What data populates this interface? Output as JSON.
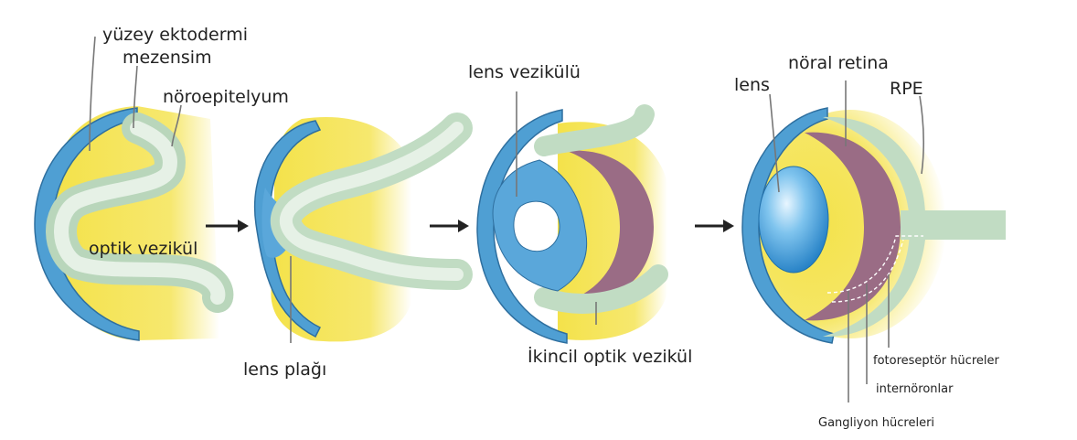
{
  "colors": {
    "ectoderm_blue": "#4f9fd3",
    "ectoderm_blue_dark": "#2e6f9f",
    "mesenchyme_yellow": "#f4e24a",
    "neuroepithelium_green": "#cfe4cf",
    "neural_retina_purple": "#9a6c85",
    "lens_blue": "#2e8fd6",
    "arrow": "#222222"
  },
  "stage1": {
    "surface_ectoderm": "yüzey ektodermi",
    "mesenchyme": "mezensim",
    "neuroepithelium": "nöroepitelyum",
    "optic_vesicle": "optik vezikül"
  },
  "stage2": {
    "lens_placode": "lens plağı"
  },
  "stage3": {
    "lens_vesicle": "lens vezikülü",
    "secondary_optic_vesicle": "İkincil optik vezikül"
  },
  "stage4": {
    "lens": "lens",
    "neural_retina": "nöral retina",
    "rpe": "RPE",
    "photoreceptor_cells": "fotoreseptör hücreler",
    "interneurons": "internöronlar",
    "ganglion_cells": "Gangliyon hücreleri"
  }
}
